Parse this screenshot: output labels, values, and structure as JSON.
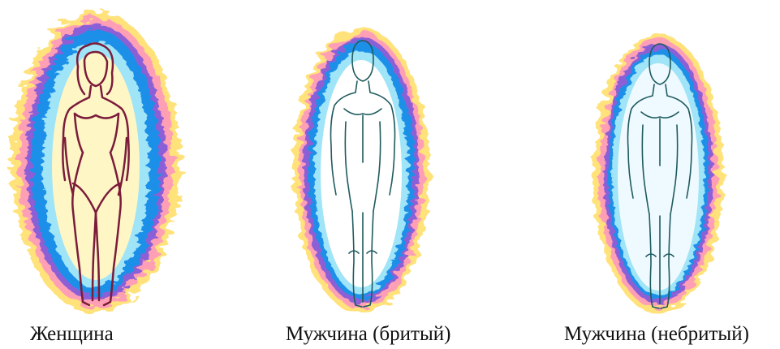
{
  "figures": [
    {
      "caption": "Женщина",
      "aura": "strong"
    },
    {
      "caption": "Мужчина (бритый)",
      "aura": "medium"
    },
    {
      "caption": "Мужчина (небритый)",
      "aura": "weak"
    }
  ],
  "colors": {
    "outer_glow": "#ffe27a",
    "warm_band": "#ff9fb6",
    "purple_band": "#8d5fd6",
    "blue_band": "#1c8fe8",
    "cyan_band": "#9fe4f7",
    "woman_fill": "#fff6c6",
    "woman_line": "#7a1c3a",
    "man_line": "#1f5b5e"
  }
}
